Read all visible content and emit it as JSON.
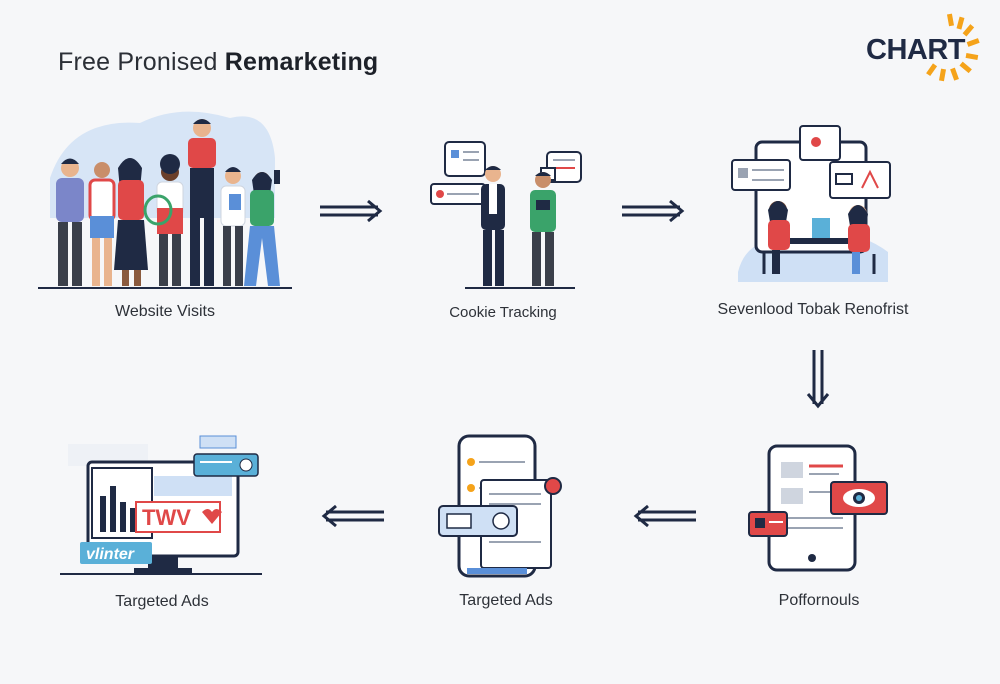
{
  "header": {
    "title_light": "Free Pronised ",
    "title_strong": "Remarketing"
  },
  "logo": {
    "text": "CHART",
    "accent": "#f5a31a"
  },
  "colors": {
    "navy": "#1f2a44",
    "blue": "#5a8fd8",
    "red": "#e04848",
    "green": "#3aa36a",
    "light_blue": "#cfe0f5"
  },
  "steps": [
    {
      "id": "website-visits",
      "label": "Website Visits",
      "icon": "crowd-illustration"
    },
    {
      "id": "cookie-tracking",
      "label": "Cookie Tracking",
      "icon": "people-tracking-illustration"
    },
    {
      "id": "step-three",
      "label": "Sevenlood Tobak Renofrist",
      "icon": "team-desk-illustration"
    },
    {
      "id": "step-four",
      "label": "Poffornouls",
      "icon": "tablet-eye-illustration"
    },
    {
      "id": "targeted-ads-mobile",
      "label": "Targeted Ads",
      "icon": "phone-ads-illustration"
    },
    {
      "id": "targeted-ads-desktop",
      "label": "Targeted Ads",
      "icon": "desktop-ads-illustration"
    }
  ],
  "desktop_ad": {
    "banner_text": "TWV",
    "badge_text": "vlinter"
  }
}
